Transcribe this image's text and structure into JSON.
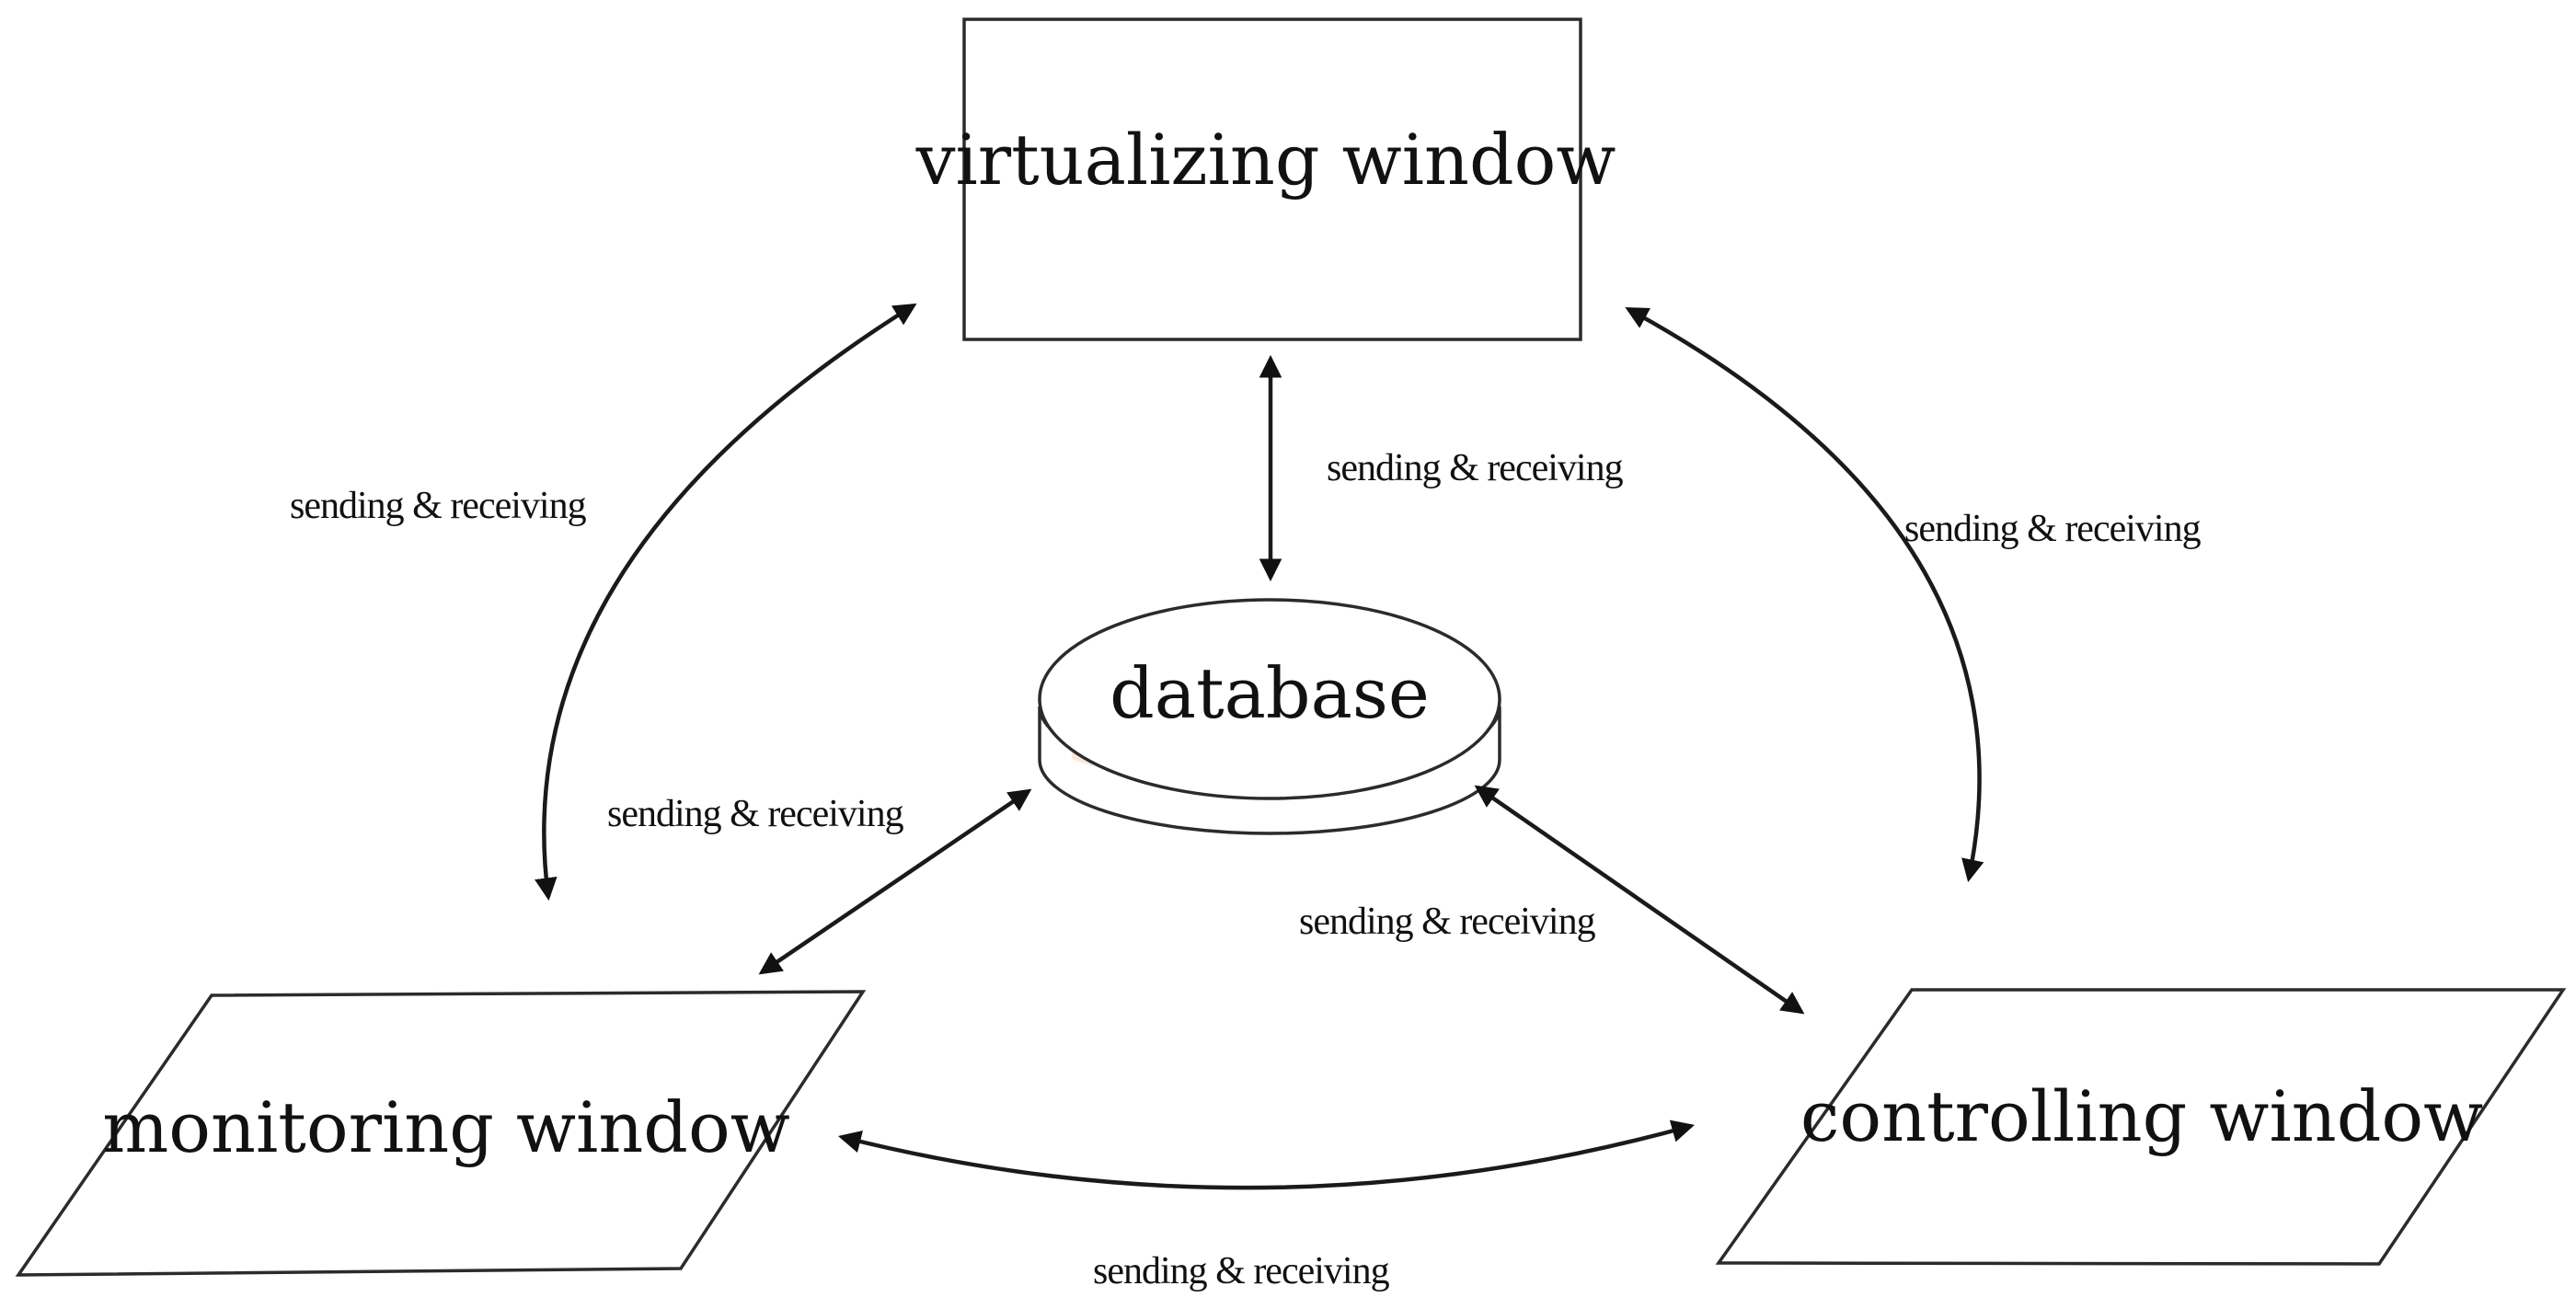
{
  "nodes": {
    "virtualizing": {
      "label": "virtualizing window"
    },
    "database": {
      "label": "database"
    },
    "monitoring": {
      "label": "monitoring window"
    },
    "controlling": {
      "label": "controlling window"
    }
  },
  "edges": {
    "virtualizing_monitoring": {
      "label": "sending & receiving"
    },
    "virtualizing_database": {
      "label": "sending & receiving"
    },
    "virtualizing_controlling": {
      "label": "sending & receiving"
    },
    "database_monitoring": {
      "label": "sending & receiving"
    },
    "database_controlling": {
      "label": "sending & receiving"
    },
    "monitoring_controlling": {
      "label": "sending & receiving"
    }
  },
  "colors": {
    "stroke": "#1a1a1a",
    "database_band": "#f7c9a8"
  }
}
